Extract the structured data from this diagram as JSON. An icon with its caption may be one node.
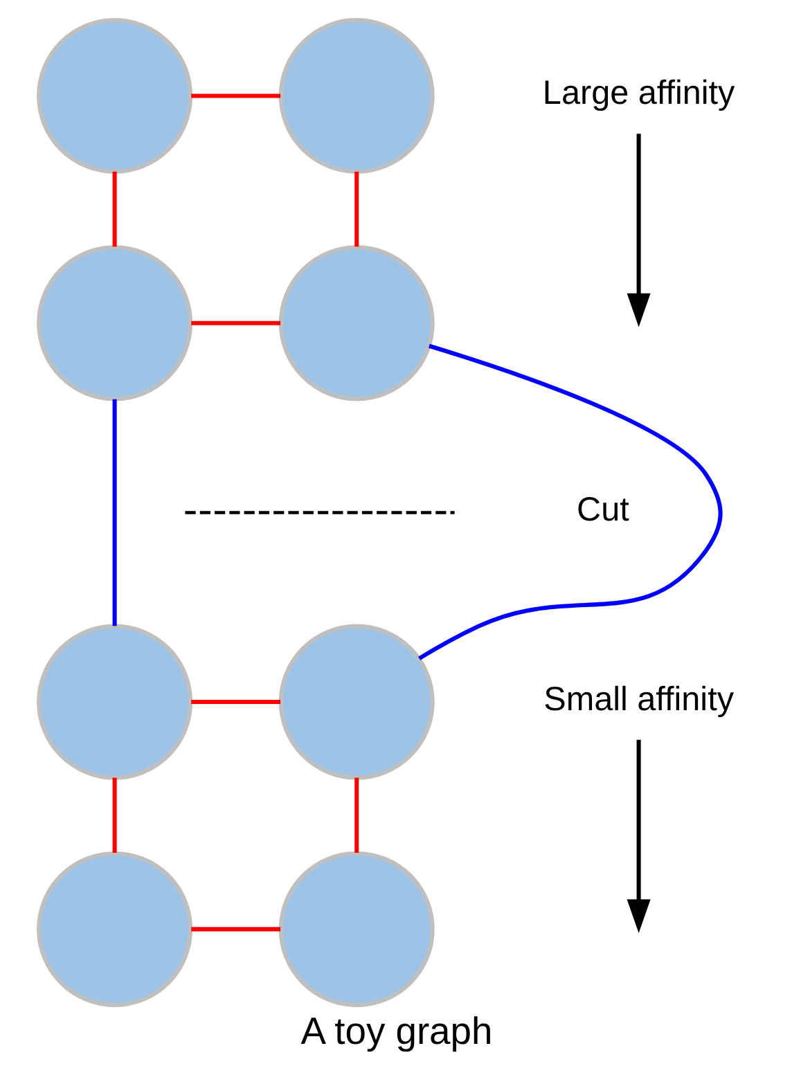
{
  "diagram": {
    "caption": "A toy graph",
    "nodes": [
      {
        "text": [],
        "shape": "circle"
      },
      {
        "text": [],
        "shape": "circle"
      },
      {
        "text": [],
        "shape": "circle"
      },
      {
        "text": [],
        "shape": "circle"
      },
      {
        "text": [],
        "shape": "circle"
      },
      {
        "text": [],
        "shape": "circle"
      },
      {
        "text": [],
        "shape": "circle"
      },
      {
        "text": [],
        "shape": "circle"
      },
      {
        "text": [
          "Large affinity"
        ]
      },
      {
        "text": [
          "Small affinity"
        ]
      }
    ],
    "edges": [
      {
        "from": 0,
        "to": 1,
        "arrow": "none"
      },
      {
        "from": 0,
        "to": 2,
        "arrow": "none"
      },
      {
        "from": 1,
        "to": 3,
        "arrow": "none"
      },
      {
        "from": 2,
        "to": 3,
        "arrow": "none"
      },
      {
        "from": 2,
        "to": 4,
        "arrow": "none",
        "color": "#0000ff"
      },
      {
        "from": 3,
        "to": 5,
        "arrow": "none",
        "color": "#0000ff"
      },
      {
        "from": 4,
        "to": 5,
        "arrow": "none"
      },
      {
        "from": 4,
        "to": 6,
        "arrow": "none"
      },
      {
        "from": 5,
        "to": 7,
        "arrow": "none"
      },
      {
        "from": 6,
        "to": 7,
        "arrow": "none"
      },
      {
        "from": 8,
        "to": null,
        "arrow": "to",
        "color": "#000000"
      },
      {
        "from": 9,
        "to": null,
        "arrow": "to",
        "color": "#000000"
      }
    ],
    "labels": [
      "Cut"
    ]
  }
}
